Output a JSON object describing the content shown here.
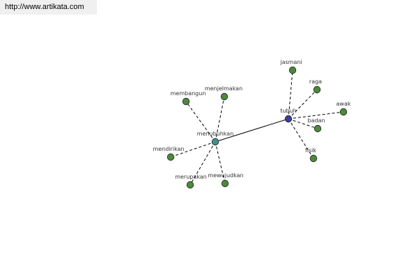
{
  "header": {
    "url_text": "http://www.artikata.com"
  },
  "colors": {
    "primary_node": "#3c3f99",
    "secondary_node": "#3f8f8a",
    "leaf_node": "#4c8a3a",
    "node_stroke": "#1f1f1f",
    "edge": "#000000",
    "label": "#333333"
  },
  "graph": {
    "nodes": [
      {
        "id": "tubuh",
        "label": "tubuh",
        "kind": "primary"
      },
      {
        "id": "menubuhkan",
        "label": "menubuhkan",
        "kind": "secondary"
      },
      {
        "id": "jasmani",
        "label": "jasmani",
        "kind": "leaf"
      },
      {
        "id": "raga",
        "label": "raga",
        "kind": "leaf"
      },
      {
        "id": "awak",
        "label": "awak",
        "kind": "leaf"
      },
      {
        "id": "badan",
        "label": "badan",
        "kind": "leaf"
      },
      {
        "id": "fisik",
        "label": "fisik",
        "kind": "leaf"
      },
      {
        "id": "membangun",
        "label": "membangun",
        "kind": "leaf"
      },
      {
        "id": "menjelmakan",
        "label": "menjelmakan",
        "kind": "leaf"
      },
      {
        "id": "mendirikan",
        "label": "mendirikan",
        "kind": "leaf"
      },
      {
        "id": "merupakan",
        "label": "merupakan",
        "kind": "leaf"
      },
      {
        "id": "mewujudkan",
        "label": "mewujudkan",
        "kind": "leaf"
      }
    ],
    "edges": [
      {
        "from": "tubuh",
        "to": "menubuhkan",
        "style": "solid"
      },
      {
        "from": "tubuh",
        "to": "jasmani",
        "style": "dashed"
      },
      {
        "from": "tubuh",
        "to": "raga",
        "style": "dashed"
      },
      {
        "from": "tubuh",
        "to": "awak",
        "style": "dashed"
      },
      {
        "from": "tubuh",
        "to": "badan",
        "style": "dashed"
      },
      {
        "from": "tubuh",
        "to": "fisik",
        "style": "dashed"
      },
      {
        "from": "menubuhkan",
        "to": "membangun",
        "style": "dashed"
      },
      {
        "from": "menubuhkan",
        "to": "menjelmakan",
        "style": "dashed"
      },
      {
        "from": "menubuhkan",
        "to": "mendirikan",
        "style": "dashed"
      },
      {
        "from": "menubuhkan",
        "to": "merupakan",
        "style": "dashed"
      },
      {
        "from": "menubuhkan",
        "to": "mewujudkan",
        "style": "dashed"
      }
    ]
  }
}
